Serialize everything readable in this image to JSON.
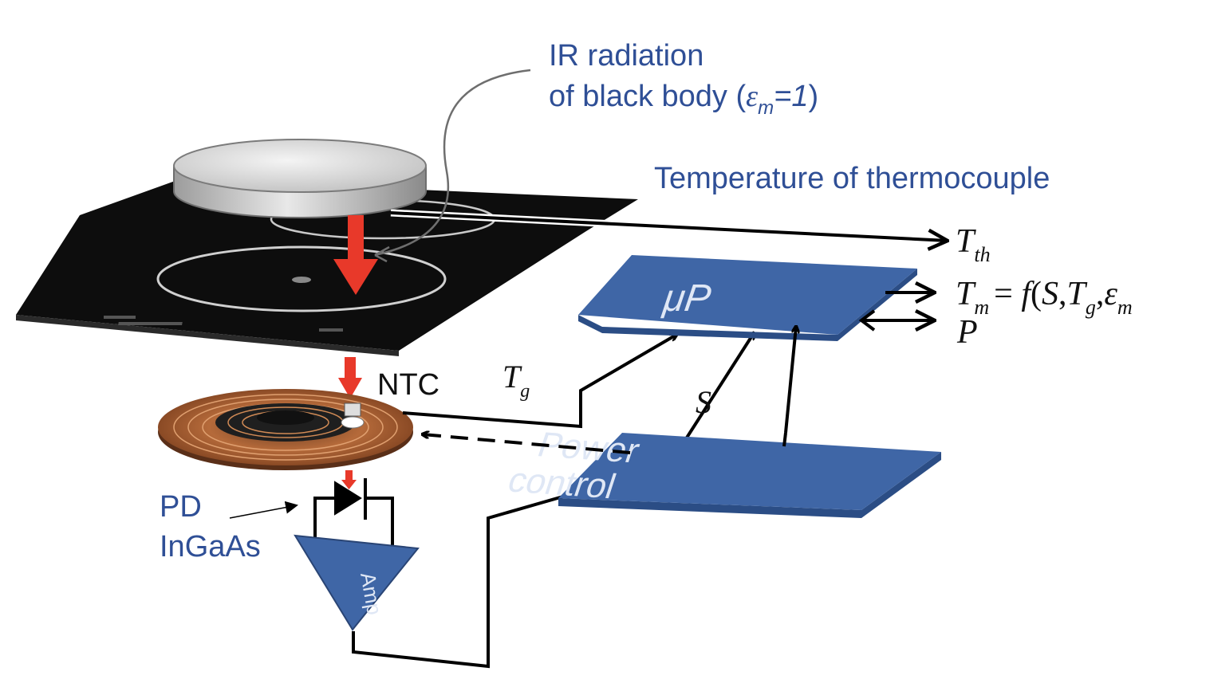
{
  "labels": {
    "ir_line1": "IR radiation",
    "ir_line2_prefix": "of black body (",
    "ir_eps": "ε",
    "ir_eps_sub": "m",
    "ir_eq": "=1",
    "ir_close": ")",
    "thermocouple": "Temperature of thermocouple",
    "ntc": "NTC",
    "pd_line1": "PD",
    "pd_line2": "InGaAs"
  },
  "math": {
    "t_th": "T",
    "t_th_sub": "th",
    "t_m": "T",
    "t_m_sub": "m",
    "eq": "= ",
    "f": "f",
    "open": "(",
    "s_arg": "S",
    "comma1": ",",
    "t_g_arg": "T",
    "t_g_arg_sub": "g",
    "comma2": ",",
    "eps_arg": "ε",
    "eps_arg_sub": "m",
    "p": "P",
    "t_g": "T",
    "t_g_sub": "g",
    "s": "S"
  },
  "blocks": {
    "microprocessor": "μP",
    "power_line1": "Power",
    "power_line2": "control",
    "amp": "Amp"
  },
  "colors": {
    "block_blue": "#3f66a6",
    "label_blue": "#2f4f96",
    "arrow_red": "#e8392a",
    "hob": "#101010",
    "copper": "#b56a3a"
  }
}
